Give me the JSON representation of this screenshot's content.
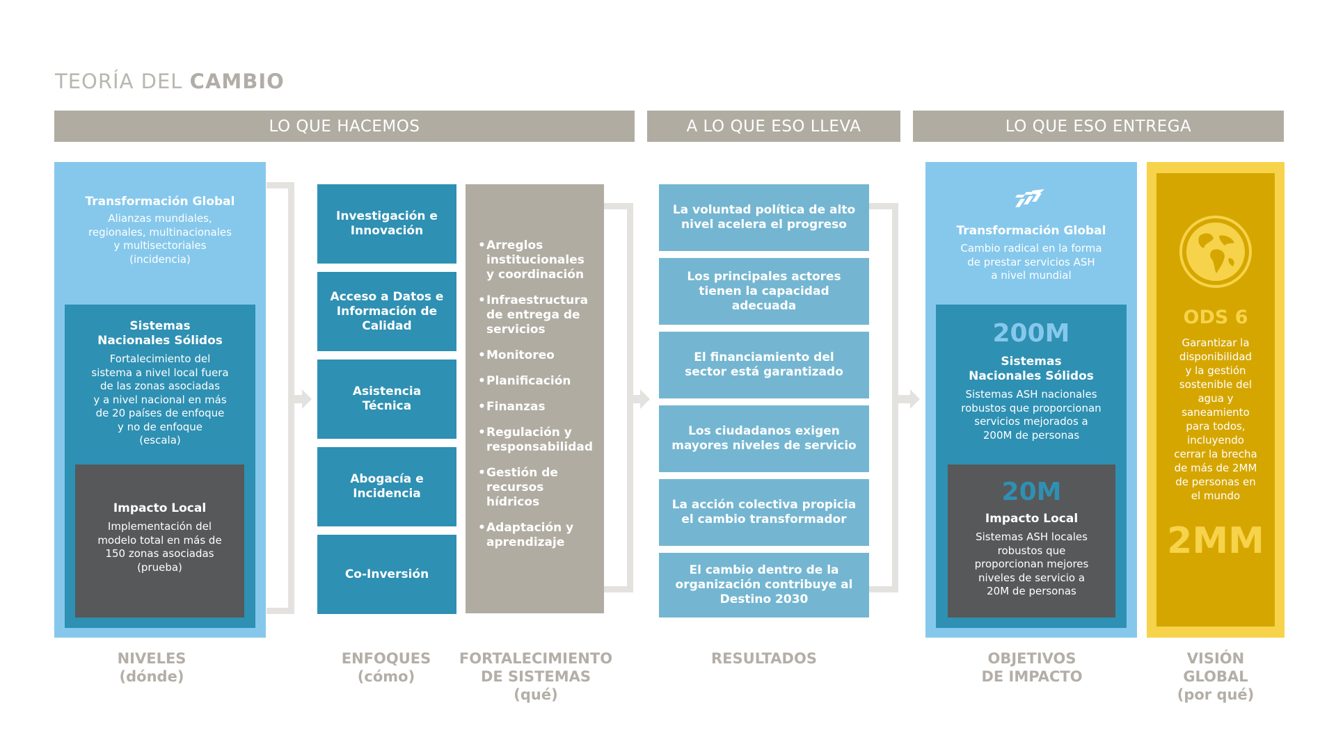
{
  "title": {
    "light": "TEORÍA DEL ",
    "bold": "CAMBIO"
  },
  "headers": {
    "hacemos": "LO QUE HACEMOS",
    "lleva": "A LO QUE ESO LLEVA",
    "entrega": "LO QUE ESO ENTREGA"
  },
  "niveles": {
    "global": {
      "title": "Transformación Global",
      "body": "Alianzas mundiales,\nregionales, multinacionales\ny multisectoriales\n(incidencia)"
    },
    "nacional": {
      "title": "Sistemas\nNacionales Sólidos",
      "body": "Fortalecimiento del\nsistema a nivel local fuera\nde las zonas asociadas\ny a nivel nacional en más\nde 20 países de enfoque\ny no de enfoque\n(escala)"
    },
    "local": {
      "title": "Impacto Local",
      "body": "Implementación del\nmodelo total en más de\n150 zonas asociadas\n(prueba)"
    }
  },
  "enfoques": [
    "Investigación e\nInnovación",
    "Acceso a Datos e\nInformación de\nCalidad",
    "Asistencia\nTécnica",
    "Abogacía e\nIncidencia",
    "Co-Inversión"
  ],
  "fortalecimiento": [
    "Arreglos\ninstitucionales\ny coordinación",
    "Infraestructura\nde entrega de\nservicios",
    "Monitoreo",
    "Planificación",
    "Finanzas",
    "Regulación y\nresponsabilidad",
    "Gestión de\nrecursos\nhídricos",
    "Adaptación y\naprendizaje"
  ],
  "resultados": [
    "La voluntad política de alto\nnivel acelera el progreso",
    "Los principales actores\ntienen la capacidad\nadecuada",
    "El financiamiento del\nsector está garantizado",
    "Los ciudadanos exigen\nmayores niveles de servicio",
    "La acción colectiva propicia\nel cambio transformador",
    "El cambio dentro de la\norganización contribuye al\nDestino 2030"
  ],
  "objetivos": {
    "global": {
      "title": "Transformación Global",
      "body": "Cambio radical en la forma\nde prestar servicios ASH\na nivel mundial"
    },
    "nacional": {
      "number": "200M",
      "title": "Sistemas\nNacionales Sólidos",
      "body": "Sistemas ASH nacionales\nrobustos que proporcionan\nservicios mejorados a\n200M de personas"
    },
    "local": {
      "number": "20M",
      "title": "Impacto Local",
      "body": "Sistemas ASH locales\nrobustos que\nproporcionan mejores\nniveles de servicio a\n20M de personas"
    }
  },
  "vision": {
    "title": "ODS 6",
    "body": "Garantizar la\ndisponibilidad\ny la gestión\nsostenible del\nagua y\nsaneamiento\npara todos,\nincluyendo\ncerrar la brecha\nde más de 2MM\nde personas en\nel mundo",
    "number": "2MM"
  },
  "footers": {
    "niveles": "NIVELES\n(dónde)",
    "enfoques": "ENFOQUES\n(cómo)",
    "fortalecimiento": "FORTALECIMIENTO\nDE SISTEMAS\n(qué)",
    "resultados": "RESULTADOS",
    "objetivos": "OBJETIVOS\nDE IMPACTO",
    "vision": "VISIÓN\nGLOBAL\n(por qué)"
  },
  "colors": {
    "light_blue": "#86c8ec",
    "mid_blue": "#2e90b3",
    "result_blue": "#74b6d1",
    "dark_gray": "#57585a",
    "taupe": "#b1aca2",
    "gold": "#d6a600",
    "gold_border": "#f6d34a"
  },
  "icons": {
    "arrows": "forward-arrows-icon",
    "globe": "globe-icon"
  }
}
